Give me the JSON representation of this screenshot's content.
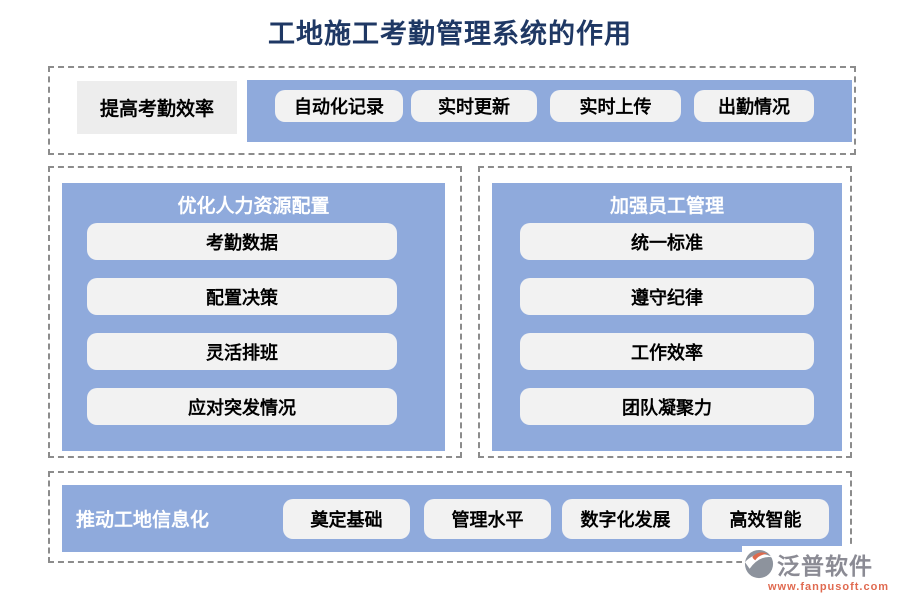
{
  "page": {
    "title": "工地施工考勤管理系统的作用"
  },
  "sections": {
    "top": {
      "label": "提高考勤效率",
      "items": [
        "自动化记录",
        "实时更新",
        "实时上传",
        "出勤情况"
      ]
    },
    "left": {
      "header": "优化人力资源配置",
      "items": [
        "考勤数据",
        "配置决策",
        "灵活排班",
        "应对突发情况"
      ]
    },
    "right": {
      "header": "加强员工管理",
      "items": [
        "统一标准",
        "遵守纪律",
        "工作效率",
        "团队凝聚力"
      ]
    },
    "bottom": {
      "label": "推动工地信息化",
      "items": [
        "奠定基础",
        "管理水平",
        "数字化发展",
        "高效智能"
      ]
    }
  },
  "footer": {
    "brand": "泛普软件",
    "website": "www.fanpusoft.com"
  },
  "colors": {
    "accent_blue": "#8FAADC",
    "title_navy": "#1F3864",
    "chip_bg": "#F2F2F2",
    "label_gray_bg": "#EDEDED",
    "dash_gray": "#8C8C8C",
    "brand_gray": "#8B8B94",
    "brand_red": "#E06A50"
  }
}
